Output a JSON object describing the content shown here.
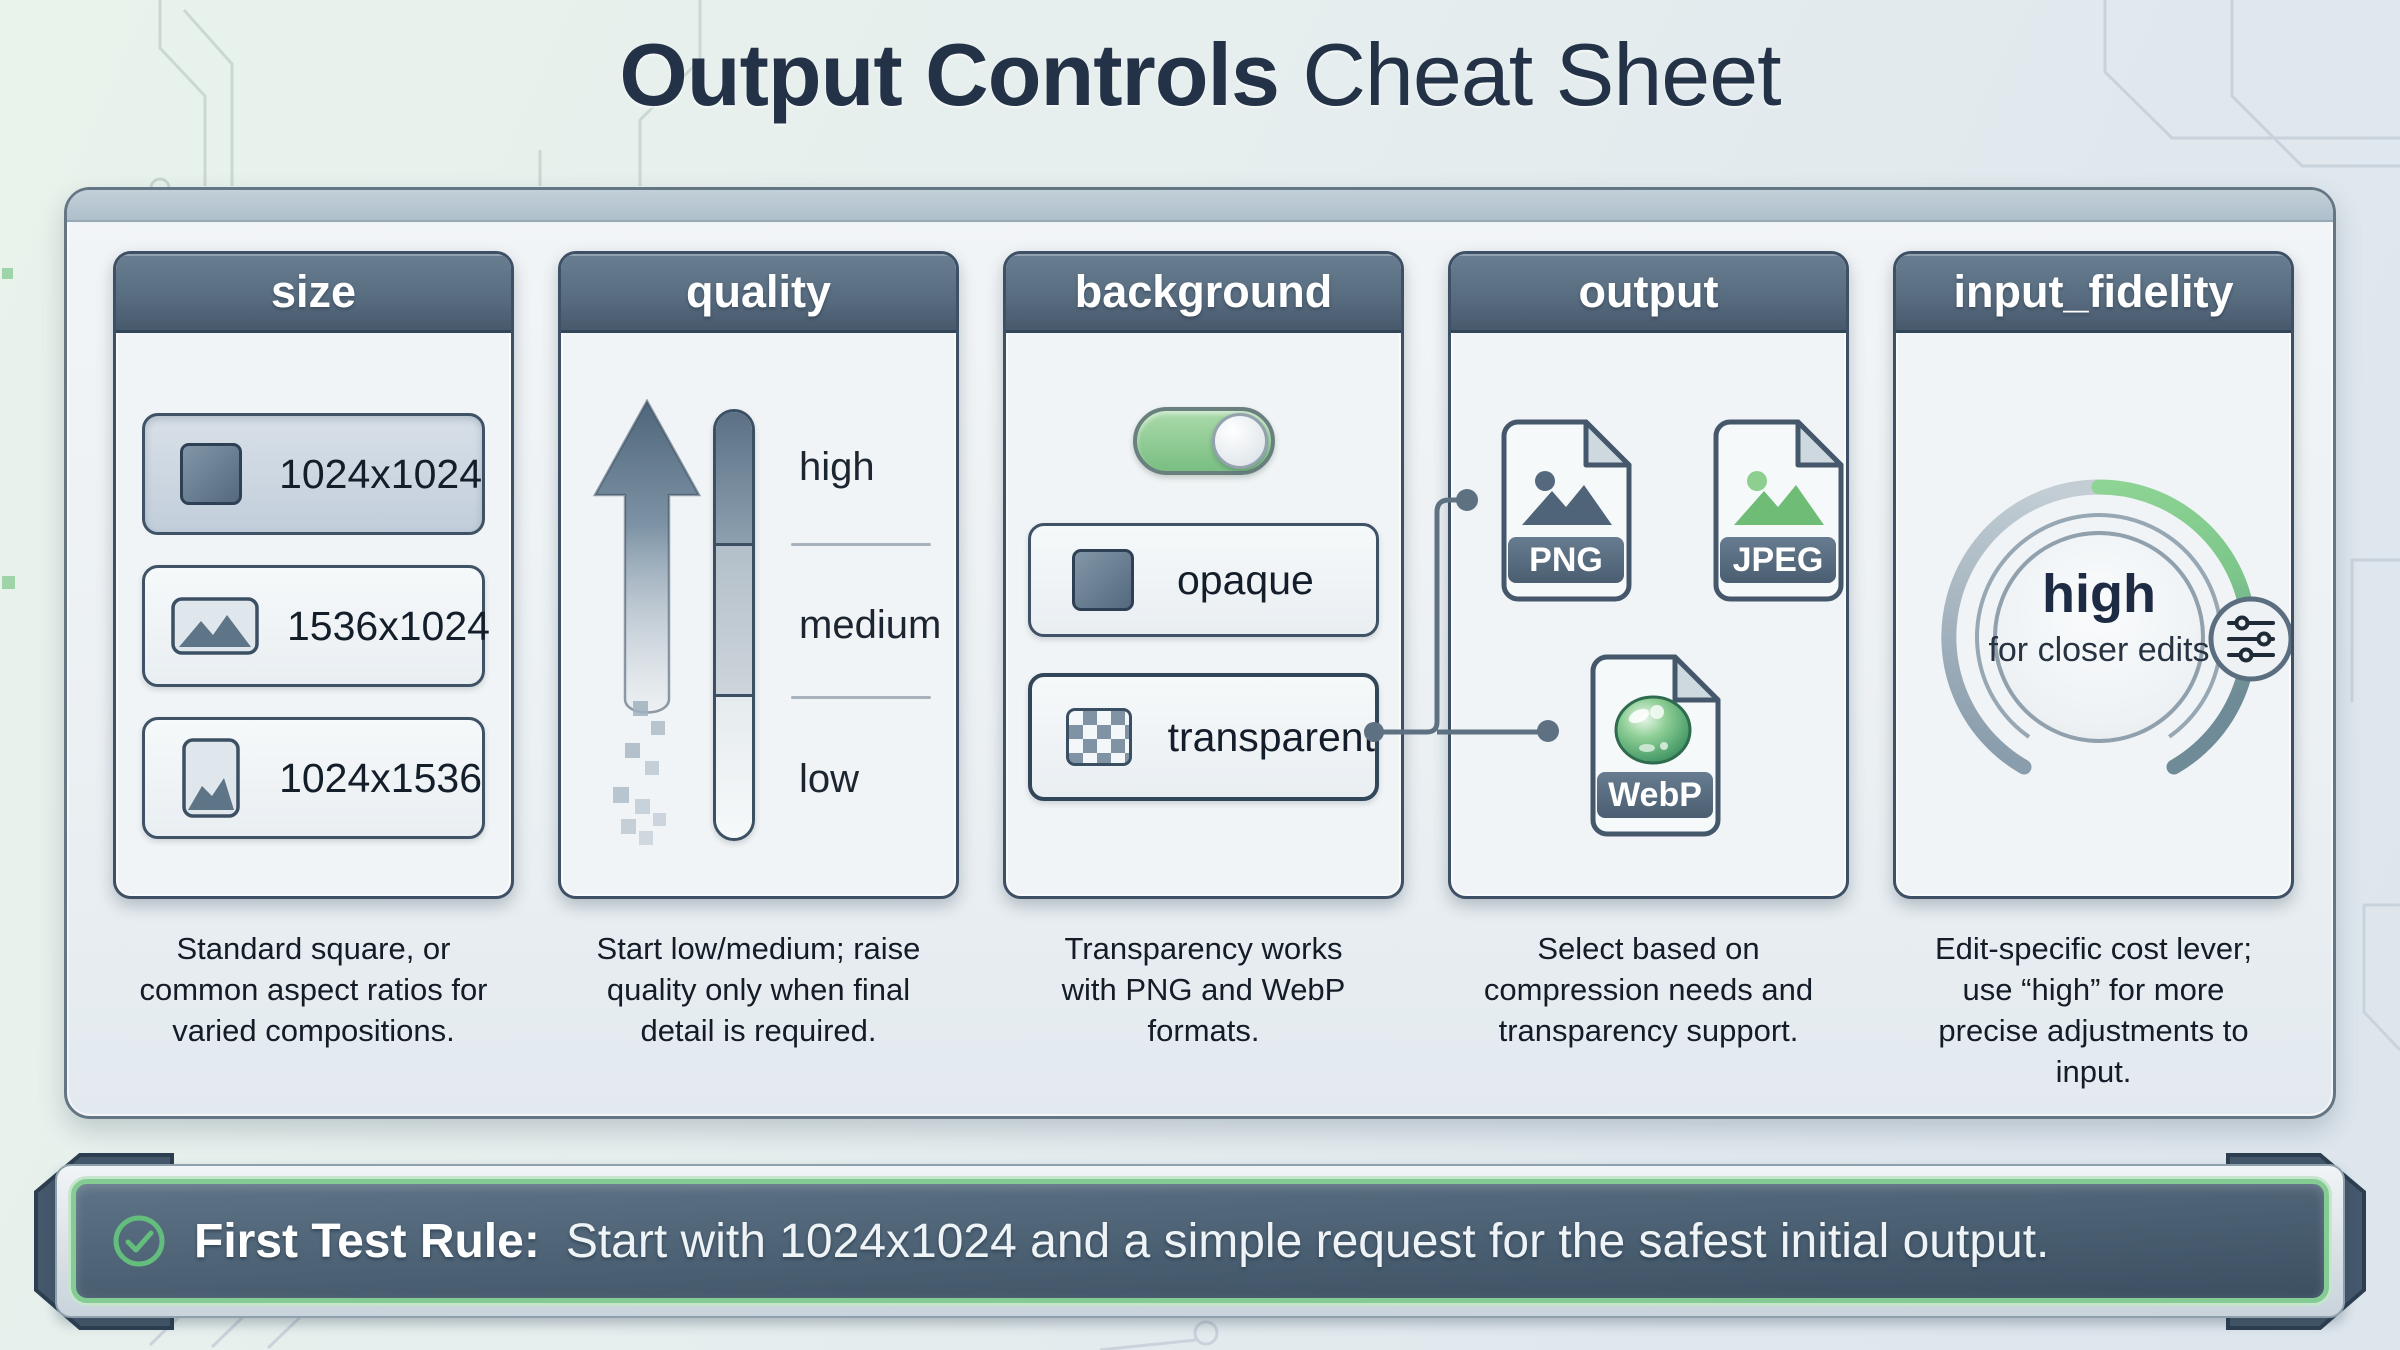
{
  "title": {
    "emphasis": "Output Controls",
    "rest": "Cheat Sheet"
  },
  "columns": {
    "size": {
      "header": "size",
      "options": [
        {
          "label": "1024x1024",
          "icon": "square-swatch-icon",
          "selected": true
        },
        {
          "label": "1536x1024",
          "icon": "landscape-image-icon",
          "selected": false
        },
        {
          "label": "1024x1536",
          "icon": "portrait-image-icon",
          "selected": false
        }
      ],
      "caption": "Standard square, or common aspect ratios for varied compositions."
    },
    "quality": {
      "header": "quality",
      "levels": [
        "high",
        "medium",
        "low"
      ],
      "caption": "Start low/medium; raise quality only when final detail is required."
    },
    "background": {
      "header": "background",
      "toggle_state": "on",
      "options": [
        "opaque",
        "transparent"
      ],
      "caption": "Transparency works with PNG and WebP formats."
    },
    "output": {
      "header": "output",
      "formats": [
        "PNG",
        "JPEG",
        "WebP"
      ],
      "caption": "Select based on compression needs and transparency support."
    },
    "input_fidelity": {
      "header": "input_fidelity",
      "value": "high",
      "value_note": "for closer edits",
      "caption": "Edit-specific cost lever; use “high” for more precise adjustments to input."
    }
  },
  "footer": {
    "label": "First Test Rule:",
    "text": "Start with 1024x1024 and a simple request for the safest initial output.",
    "icon": "check-circle-icon"
  },
  "colors": {
    "header_slate": "#54697e",
    "card_border": "#3e5065",
    "accent_green": "#7cc689",
    "banner_green_border": "#84cb94",
    "title_navy": "#243247",
    "connector_slate": "#5e7182"
  }
}
